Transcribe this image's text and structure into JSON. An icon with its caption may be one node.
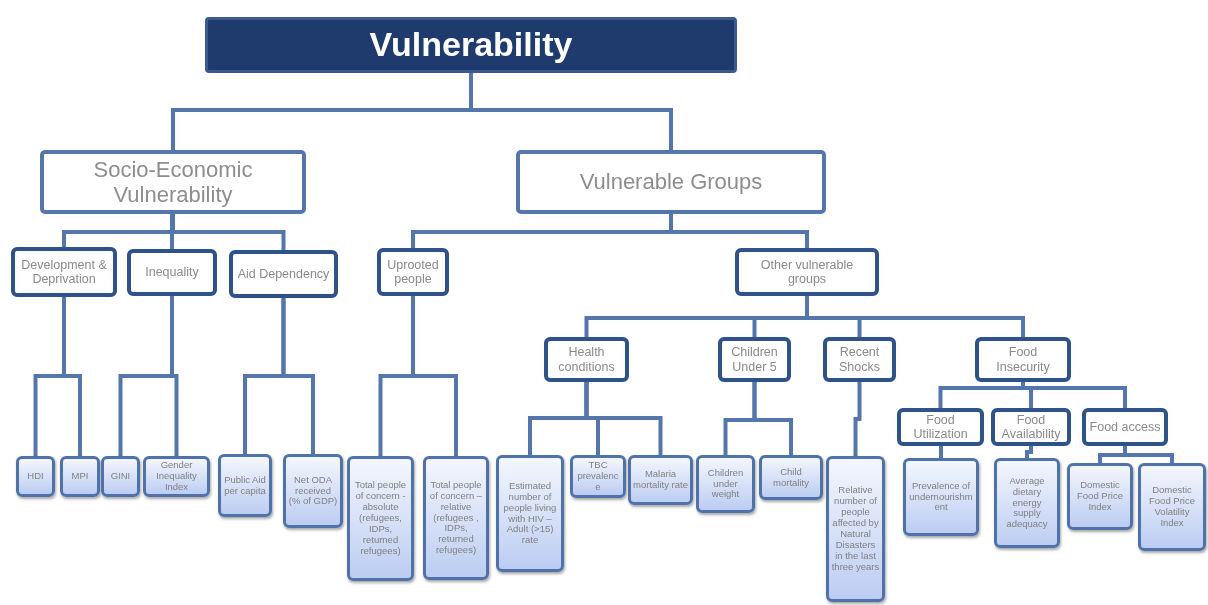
{
  "diagram": {
    "nodes": [
      {
        "text": [
          "Vulnerability"
        ]
      },
      {
        "text": [
          "Socio-Economic Vulnerability"
        ]
      },
      {
        "text": [
          "Vulnerable Groups"
        ]
      },
      {
        "text": [
          "Development & Deprivation"
        ]
      },
      {
        "text": [
          "Inequality"
        ]
      },
      {
        "text": [
          "Aid Dependency"
        ]
      },
      {
        "text": [
          "Uprooted people"
        ]
      },
      {
        "text": [
          "Other vulnerable groups"
        ]
      },
      {
        "text": [
          "Health conditions"
        ]
      },
      {
        "text": [
          "Children Under 5"
        ]
      },
      {
        "text": [
          "Recent Shocks"
        ]
      },
      {
        "text": [
          "Food Insecurity"
        ]
      },
      {
        "text": [
          "Food Utilization"
        ]
      },
      {
        "text": [
          "Food Availability"
        ]
      },
      {
        "text": [
          "Food access"
        ]
      },
      {
        "text": [
          "HDI"
        ]
      },
      {
        "text": [
          "MPI"
        ]
      },
      {
        "text": [
          "GINI"
        ]
      },
      {
        "text": [
          "Gender Inequality Index"
        ]
      },
      {
        "text": [
          "Public Aid per capita"
        ]
      },
      {
        "text": [
          "Net ODA received (% of GDP)"
        ]
      },
      {
        "text": [
          "Total people of concern - absolute (refugees, IDPs, returned refugees)"
        ]
      },
      {
        "text": [
          "Total people of concern – relative (refugees , IDPs, returned refugees)"
        ]
      },
      {
        "text": [
          "Estimated number of people living with HIV – Adult (>15) rate"
        ]
      },
      {
        "text": [
          "TBC prevalence"
        ]
      },
      {
        "text": [
          "Malaria mortality rate"
        ]
      },
      {
        "text": [
          "Children under weight"
        ]
      },
      {
        "text": [
          "Child mortality"
        ]
      },
      {
        "text": [
          "Relative number of people affected by Natural Disasters in the last three years"
        ]
      },
      {
        "text": [
          "Prevalence of undernourishment"
        ]
      },
      {
        "text": [
          "Average dietary energy supply adequacy"
        ]
      },
      {
        "text": [
          "Domestic Food Price Index"
        ]
      },
      {
        "text": [
          "Domestic Food Price Volatility Index"
        ]
      }
    ],
    "edges": [
      {
        "from": 0,
        "to": 1,
        "arrow": "none"
      },
      {
        "from": 0,
        "to": 2,
        "arrow": "none"
      },
      {
        "from": 1,
        "to": 3,
        "arrow": "none"
      },
      {
        "from": 1,
        "to": 4,
        "arrow": "none"
      },
      {
        "from": 1,
        "to": 5,
        "arrow": "none"
      },
      {
        "from": 2,
        "to": 6,
        "arrow": "none"
      },
      {
        "from": 2,
        "to": 7,
        "arrow": "none"
      },
      {
        "from": 7,
        "to": 8,
        "arrow": "none"
      },
      {
        "from": 7,
        "to": 9,
        "arrow": "none"
      },
      {
        "from": 7,
        "to": 10,
        "arrow": "none"
      },
      {
        "from": 7,
        "to": 11,
        "arrow": "none"
      },
      {
        "from": 11,
        "to": 12,
        "arrow": "none"
      },
      {
        "from": 11,
        "to": 13,
        "arrow": "none"
      },
      {
        "from": 11,
        "to": 14,
        "arrow": "none"
      },
      {
        "from": 3,
        "to": 15,
        "arrow": "none"
      },
      {
        "from": 3,
        "to": 16,
        "arrow": "none"
      },
      {
        "from": 4,
        "to": 17,
        "arrow": "none"
      },
      {
        "from": 4,
        "to": 18,
        "arrow": "none"
      },
      {
        "from": 5,
        "to": 19,
        "arrow": "none"
      },
      {
        "from": 5,
        "to": 20,
        "arrow": "none"
      },
      {
        "from": 6,
        "to": 21,
        "arrow": "none"
      },
      {
        "from": 6,
        "to": 22,
        "arrow": "none"
      },
      {
        "from": 8,
        "to": 23,
        "arrow": "none"
      },
      {
        "from": 8,
        "to": 24,
        "arrow": "none"
      },
      {
        "from": 8,
        "to": 25,
        "arrow": "none"
      },
      {
        "from": 9,
        "to": 26,
        "arrow": "none"
      },
      {
        "from": 9,
        "to": 27,
        "arrow": "none"
      },
      {
        "from": 10,
        "to": 28,
        "arrow": "none"
      },
      {
        "from": 12,
        "to": 29,
        "arrow": "none"
      },
      {
        "from": 13,
        "to": 30,
        "arrow": "none"
      },
      {
        "from": 14,
        "to": 31,
        "arrow": "none"
      },
      {
        "from": 14,
        "to": 32,
        "arrow": "none"
      }
    ]
  }
}
